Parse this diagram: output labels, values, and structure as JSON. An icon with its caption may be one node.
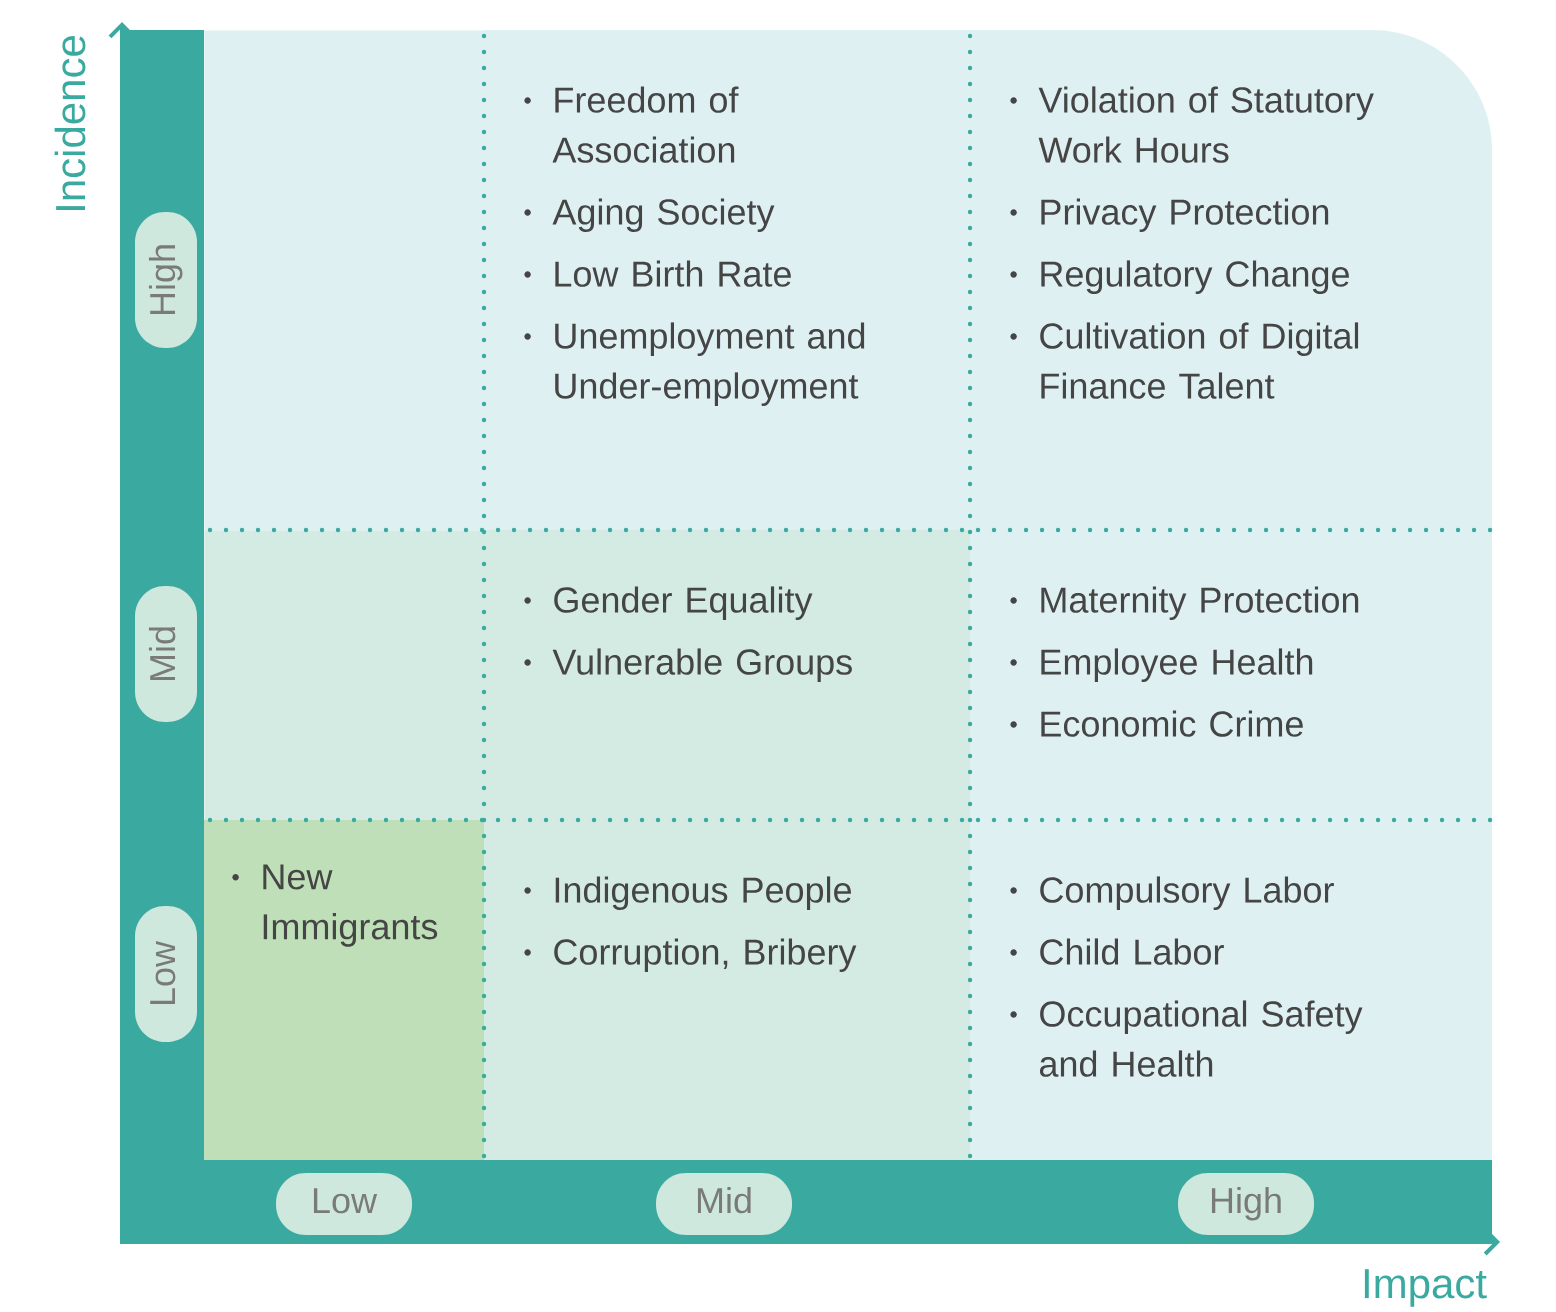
{
  "diagram": {
    "nodes": [
      {
        "text": [],
        "shape": "box"
      },
      {
        "text": [
          "Freedom of Association",
          "Aging Society",
          "Low Birth Rate",
          "Unemployment and Under-employment"
        ]
      },
      {
        "text": [
          "Violation of Statutory Work Hours",
          "Privacy Protection",
          "Regulatory Change",
          "Cultivation of Digital Finance Talent"
        ]
      },
      {
        "text": [],
        "shape": "box"
      },
      {
        "text": [
          "Gender Equality",
          "Vulnerable Groups"
        ]
      },
      {
        "text": [
          "Maternity Protection",
          "Employee Health",
          "Economic Crime"
        ]
      },
      {
        "text": [
          "New Immigrants"
        ]
      },
      {
        "text": [
          "Indigenous People",
          "Corruption, Bribery"
        ]
      },
      {
        "text": [
          "Compulsory Labor",
          "Child Labor",
          "Occupational Safety and Health"
        ]
      }
    ],
    "labels": [
      "Incidence",
      "High",
      "Mid",
      "Low",
      "Low",
      "Mid",
      "High",
      "Impact"
    ]
  }
}
